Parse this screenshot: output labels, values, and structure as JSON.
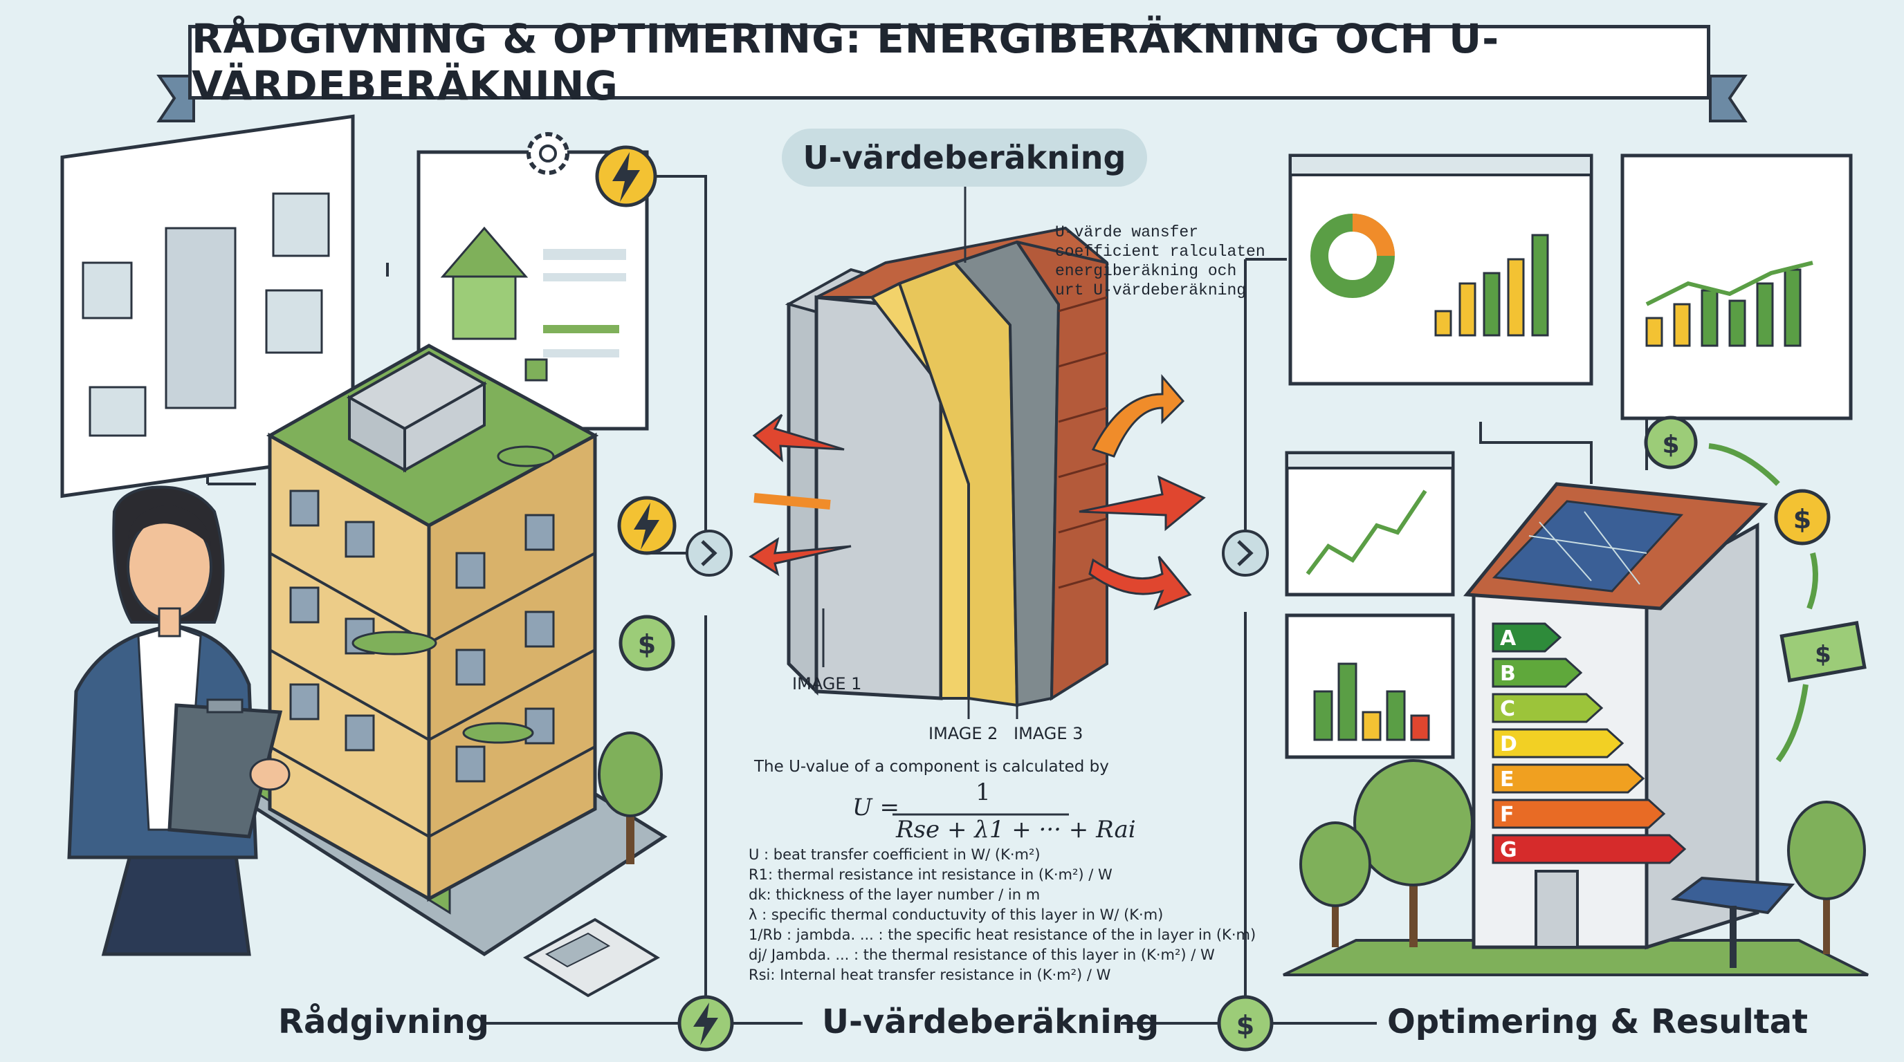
{
  "title": "RÅDGIVNING & OPTIMERING: ENERGIBERÄKNING OCH U-VÄRDEBERÄKNING",
  "center_heading": "U-värdeberäkning",
  "wall_note": "U-värde wansfer\ncoefficient ralculaten\nenergiberäkning och\nurt U-värdeberäkning",
  "image_labels": [
    "IMAGE 1",
    "IMAGE 2",
    "IMAGE 3"
  ],
  "formula": {
    "intro": "The U-value of a component is calculated by",
    "lhs": "U =",
    "numerator": "1",
    "denominator": "Rse + λ1 + ··· + Rai"
  },
  "legend": [
    "U : beat transfer coefficient in W/ (K·m²)",
    "R1: thermal resistance int resistance in (K·m²) / W",
    "dk: thickness of the layer number / in m",
    "λ : specific thermal conductuvity of this layer in W/ (K·m)",
    "1/Rb : jambda. ... : the specific heat resistance of the in layer in (K·m)",
    "dj/ Jambda. ... : the thermal resistance of this layer in (K·m²) / W",
    "Rsi: Internal heat transfer resistance in (K·m²) / W"
  ],
  "energy_grades": [
    "A",
    "B",
    "C",
    "D",
    "E",
    "F",
    "G"
  ],
  "grade_colors": [
    "#2e8b3a",
    "#5fa83b",
    "#9cc43a",
    "#f2d024",
    "#f0a020",
    "#e86b25",
    "#d62b2b"
  ],
  "bottom_captions": [
    "Rådgivning",
    "U-värdeberäkning",
    "Optimering & Resultat"
  ],
  "icons": [
    "gear-icon",
    "lightning-icon",
    "dollar-icon",
    "arrow-right-icon",
    "solar-panel-icon",
    "calculator-icon"
  ],
  "accent_colors": {
    "green": "#5a9e45",
    "yellow": "#f3c233",
    "orange": "#f08c2a",
    "red": "#e0462f",
    "navy": "#2b3440"
  }
}
